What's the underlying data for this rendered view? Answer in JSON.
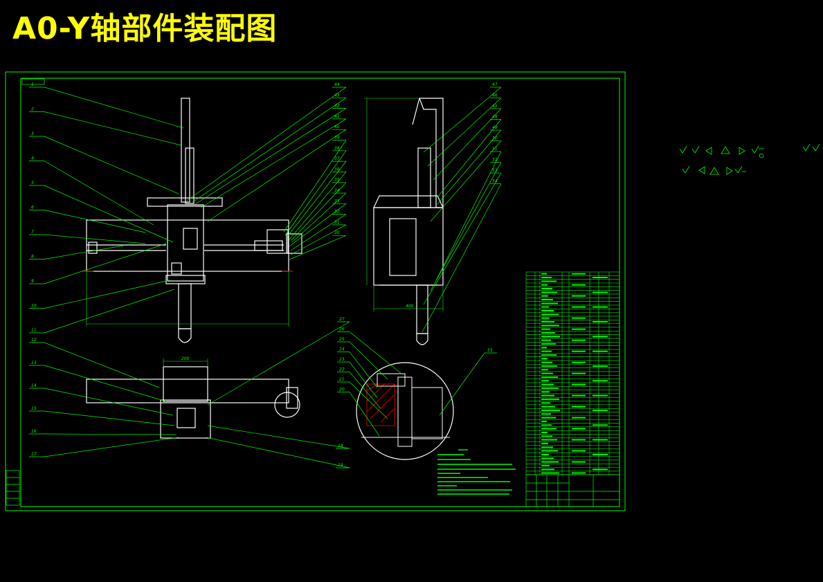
{
  "title": "A0-Y轴部件装配图",
  "colors": {
    "background": "#000000",
    "title": "#ffff00",
    "border": "#00ff00",
    "leader": "#00ff00",
    "part_outline": "#ffffff",
    "dimension": "#00ff00",
    "section_plane": "#ff0000",
    "table": "#00ff00",
    "hatching": "#ff0000"
  },
  "view_a_balloons_left": [
    "1",
    "2",
    "3",
    "4",
    "5",
    "6",
    "7",
    "8",
    "9",
    "10",
    "11"
  ],
  "view_a_balloons_right": [
    "44",
    "43",
    "42",
    "41",
    "40",
    "39",
    "38",
    "37",
    "36",
    "35",
    "34",
    "33",
    "32",
    "31",
    "30"
  ],
  "view_b_balloons": [
    "47",
    "46",
    "45",
    "48",
    "49",
    "50",
    "51",
    "52",
    "53",
    "54"
  ],
  "view_c_balloons_left": [
    "12",
    "13",
    "14",
    "15",
    "16",
    "17"
  ],
  "view_c_balloons_right": [
    "18",
    "19"
  ],
  "detail_balloons": [
    "27",
    "26",
    "25",
    "24",
    "23",
    "22",
    "21",
    "20"
  ],
  "detail_label": "55",
  "view_c_top_dim": "200",
  "view_b_bottom_dim": "400"
}
